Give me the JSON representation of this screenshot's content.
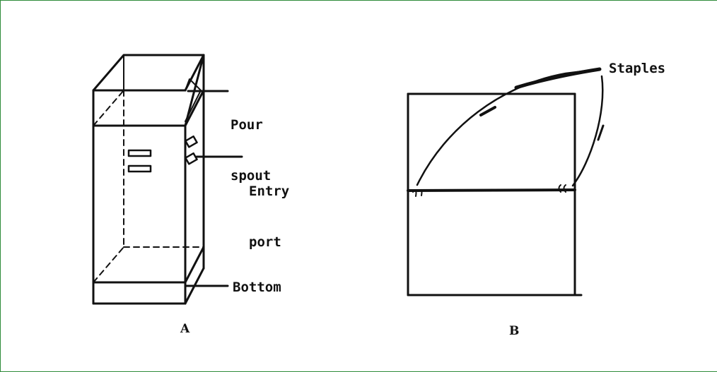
{
  "figure_a": {
    "labels": {
      "pour_spout_line1": "Pour",
      "pour_spout_line2": "spout",
      "entry_port_line1": "Entry",
      "entry_port_line2": "port",
      "bottom": "Bottom"
    },
    "caption": "A"
  },
  "figure_b": {
    "labels": {
      "staples": "Staples"
    },
    "caption": "B"
  },
  "colors": {
    "ink": "#111111",
    "frame": "#2e8b3a",
    "background": "#ffffff"
  }
}
